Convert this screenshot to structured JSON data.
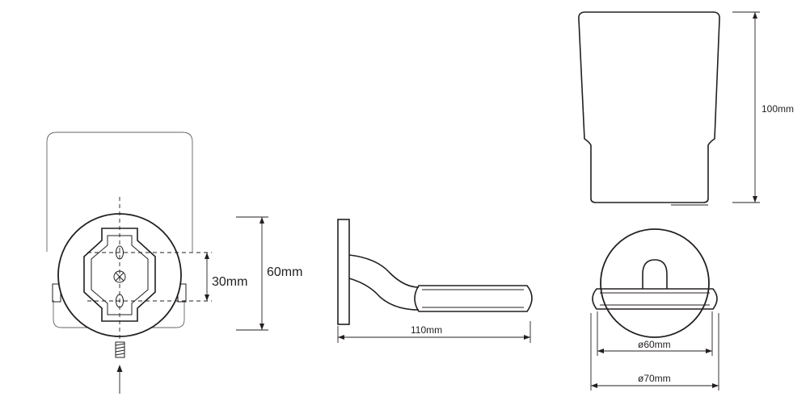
{
  "labels": {
    "height_total": "100mm",
    "plate_height": "60mm",
    "screw_spacing": "30mm",
    "projection": "110mm",
    "cup_diameter": "ø60mm",
    "plate_diameter": "ø70mm"
  },
  "colors": {
    "line": "#231f20",
    "background": "#ffffff"
  }
}
